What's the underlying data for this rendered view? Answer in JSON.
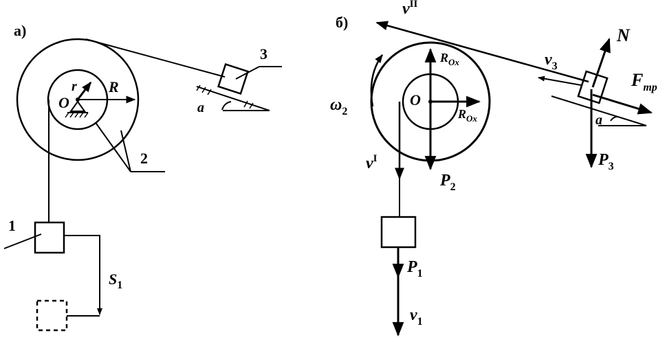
{
  "panel_a": {
    "label": "а)",
    "inner_radius": "r",
    "center": "O",
    "outer_radius": "R",
    "angle": "a",
    "body3": "3",
    "body2": "2",
    "body1": "1",
    "displacement_base": "S",
    "displacement_sub": "1"
  },
  "panel_b": {
    "label": "б)",
    "v2_base": "v",
    "v2_sup": "II",
    "omega_base": "ω",
    "omega_sub": "2",
    "rox_top_base": "R",
    "rox_top_sub": "Ox",
    "center": "O",
    "rox_right_base": "R",
    "rox_right_sub": "Ox",
    "v1_base": "v",
    "v1_sup": "I",
    "p2_base": "P",
    "p2_sub": "2",
    "v3_base": "v",
    "v3_sub": "3",
    "normal": "N",
    "friction_base": "F",
    "friction_sub": "тр",
    "angle": "a",
    "p3_base": "P",
    "p3_sub": "3",
    "p1_base": "P",
    "p1_sub": "1",
    "vel1_base": "v",
    "vel1_sub": "1"
  }
}
